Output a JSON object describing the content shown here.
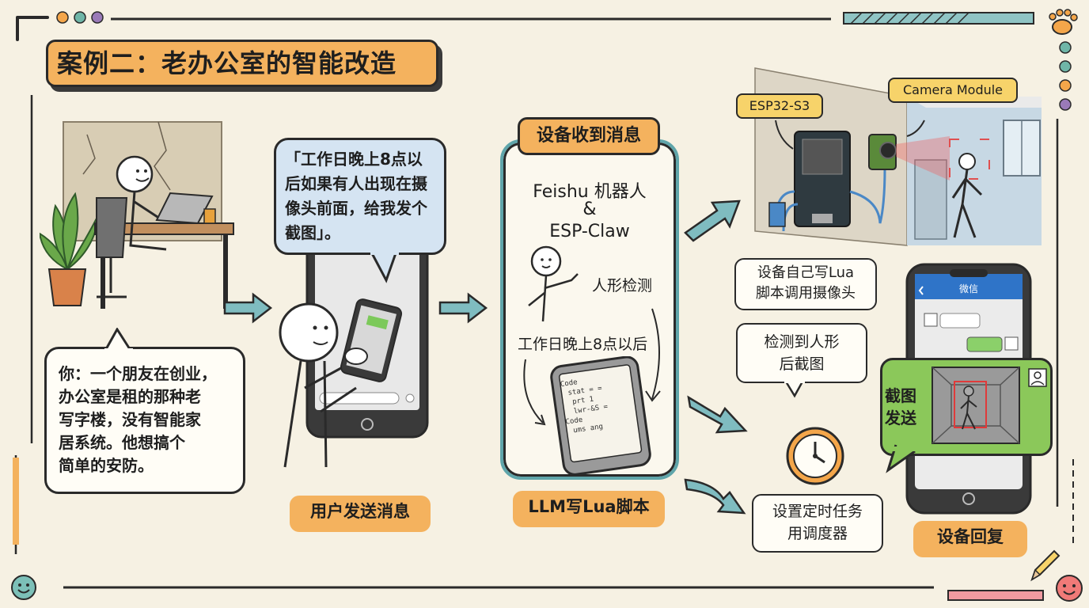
{
  "title": "案例二：老办公室的智能改造",
  "intro_lines": [
    "你：一个朋友在创业，",
    "办公室是租的那种老",
    "写字楼，没有智能家",
    "居系统。他想搞个",
    "简单的安防。"
  ],
  "user_request_lines": [
    "「工作日晚上8点以",
    "后如果有人出现在摄",
    "像头前面，给我发个",
    "截图」。"
  ],
  "step1_label": "用户发送消息",
  "step2": {
    "header": "设备收到消息",
    "line1": "Feishu 机器人",
    "line2": "&",
    "line3": "ESP-Claw",
    "detect": "人形检测",
    "time_rule": "工作日晚上8点以后",
    "code_lines": [
      "Code",
      "stat = =",
      "prt 1",
      "lwr-&S =",
      "Code",
      "ums ang"
    ]
  },
  "step2_label": "LLM写Lua脚本",
  "hardware": {
    "board": "ESP32-S3",
    "camera": "Camera Module"
  },
  "lua_note_lines": [
    "设备自己写Lua",
    "脚本调用摄像头"
  ],
  "detect_note_lines": [
    "检测到人形",
    "后截图"
  ],
  "schedule_note_lines": [
    "设置定时任务",
    "用调度器"
  ],
  "wechat_title": "微信",
  "screenshot_label_lines": [
    "截图",
    "发送"
  ],
  "step3_label": "设备回复",
  "colors": {
    "background": "#f6f1e3",
    "orange": "#f4b25e",
    "teal": "#5fa5aa",
    "green": "#8bc85a",
    "blue_bubble": "#d5e4f2"
  }
}
